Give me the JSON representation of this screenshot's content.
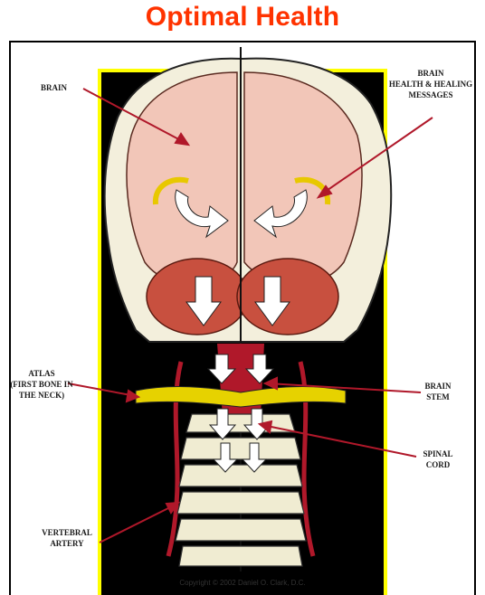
{
  "title": "Optimal Health",
  "colors": {
    "title": "#ff3300",
    "brain": "#f2c6b8",
    "cerebellum": "#c8503f",
    "background_panel": "#000000",
    "panel_border": "#ffff00",
    "atlas": "#e6d200",
    "bone": "#f0ecd2",
    "artery": "#b0182a",
    "arrow_fill": "#ffffff",
    "arrow_outline": "#e8c800"
  },
  "labels": {
    "brain_left": "BRAIN",
    "brain_right": [
      "BRAIN",
      "HEALTH & HEALING",
      "MESSAGES"
    ],
    "atlas": [
      "ATLAS",
      "(FIRST BONE IN",
      "THE NECK)"
    ],
    "brain_stem": [
      "BRAIN",
      "STEM"
    ],
    "spinal_cord": [
      "SPINAL",
      "CORD"
    ],
    "vertebral_artery": [
      "VERTEBRAL",
      "ARTERY"
    ]
  },
  "copyright": "Copyright © 2002 Daniel O. Clark, D.C."
}
